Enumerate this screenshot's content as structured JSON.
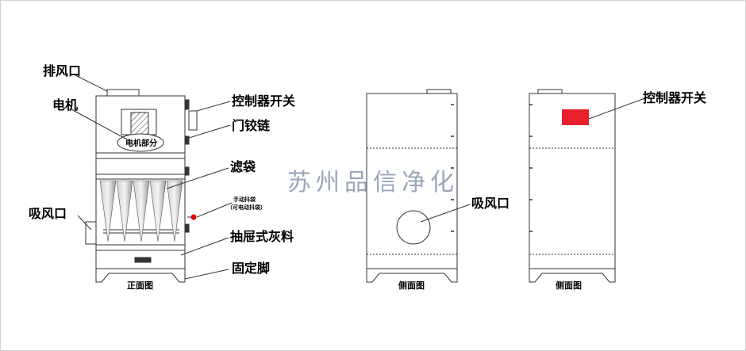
{
  "labels": {
    "exhaust_port": "排风口",
    "motor": "电机",
    "motor_section": "电机部分",
    "control_switch": "控制器开关",
    "door_hinge": "门铰链",
    "filter_bag": "滤袋",
    "manual_shaker": "手动抖袋",
    "electric_shaker": "（可电动抖袋）",
    "intake_port": "吸风口",
    "drawer_ash": "抽屉式灰料",
    "fixed_foot": "固定脚",
    "side_intake_port": "吸风口",
    "right_control_switch": "控制器开关"
  },
  "captions": {
    "front_view": "正面图",
    "side_view": "侧面图",
    "side_view_2": "侧面图"
  },
  "watermark": "苏州品信净化",
  "colors": {
    "outline": "#333333",
    "switch_red": "#e8202a",
    "shaker_dot": "#e00000",
    "watermark": "#9aa6b8"
  }
}
